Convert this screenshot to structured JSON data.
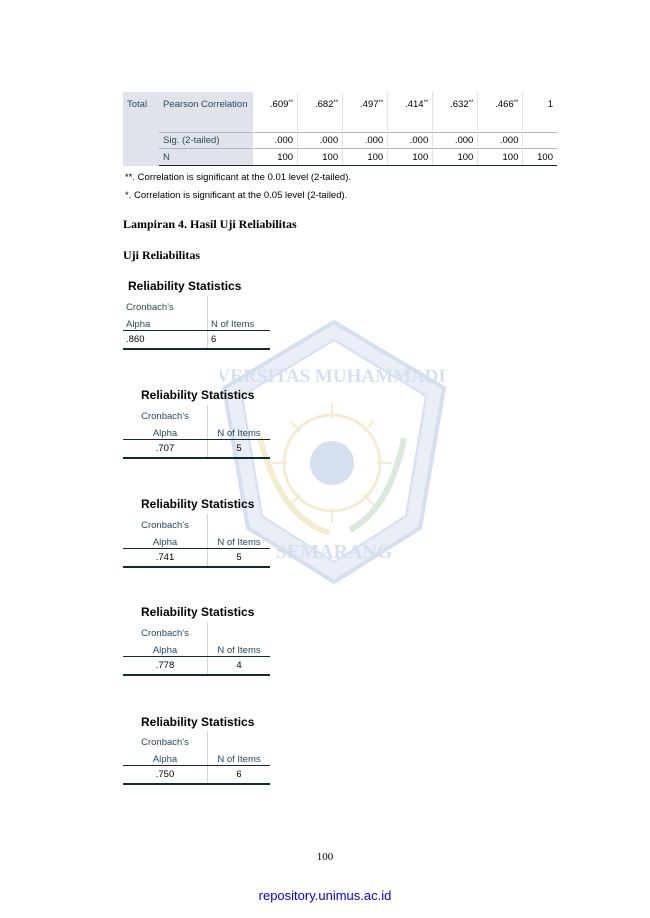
{
  "watermark": {
    "top_text": "UNIVERSITAS MUHAMMADIYAH",
    "bottom_text": "SEMARANG",
    "color": "#3a66b5"
  },
  "correlation_table": {
    "row_group": "Total",
    "rows": [
      {
        "label": "Pearson Correlation",
        "values": [
          ".609",
          ".682",
          ".497",
          ".414",
          ".632",
          ".466",
          "1"
        ],
        "marks": [
          "**",
          "**",
          "**",
          "**",
          "**",
          "**",
          ""
        ]
      },
      {
        "label": "Sig. (2-tailed)",
        "values": [
          ".000",
          ".000",
          ".000",
          ".000",
          ".000",
          ".000",
          ""
        ]
      },
      {
        "label": "N",
        "values": [
          "100",
          "100",
          "100",
          "100",
          "100",
          "100",
          "100"
        ]
      }
    ],
    "notes": [
      "**. Correlation is significant at the 0.01 level (2-tailed).",
      "*. Correlation is significant at the 0.05 level (2-tailed)."
    ]
  },
  "headings": {
    "appendix": "Lampiran 4. Hasil Uji Reliabilitas",
    "subheading": "Uji Reliabilitas"
  },
  "reliability_tables": [
    {
      "title": "Reliability Statistics",
      "col1_line1": "Cronbach's",
      "col1_line2": "Alpha",
      "col2": "N of Items",
      "alpha": ".860",
      "n_items": "6"
    },
    {
      "title": "Reliability Statistics",
      "col1_line1": "Cronbach's",
      "col1_line2": "Alpha",
      "col2": "N of Items",
      "alpha": ".707",
      "n_items": "5"
    },
    {
      "title": "Reliability Statistics",
      "col1_line1": "Cronbach's",
      "col1_line2": "Alpha",
      "col2": "N of Items",
      "alpha": ".741",
      "n_items": "5"
    },
    {
      "title": "Reliability Statistics",
      "col1_line1": "Cronbach's",
      "col1_line2": "Alpha",
      "col2": "N of Items",
      "alpha": ".778",
      "n_items": "4"
    },
    {
      "title": "Reliability Statistics",
      "col1_line1": "Cronbach's",
      "col1_line2": "Alpha",
      "col2": "N of Items",
      "alpha": ".750",
      "n_items": "6"
    }
  ],
  "footer": {
    "page_number": "100",
    "repository": "repository.unimus.ac.id"
  }
}
